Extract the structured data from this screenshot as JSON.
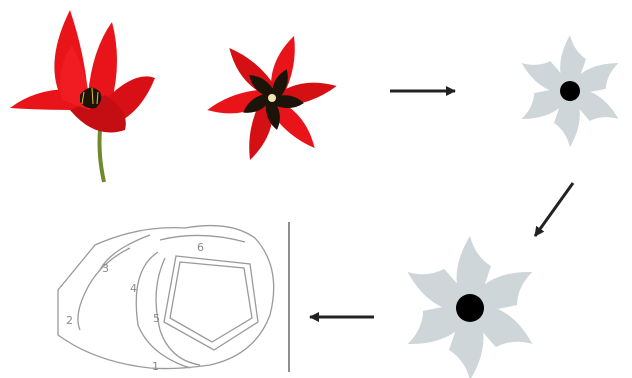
{
  "colors": {
    "petal_red": "#e8141a",
    "petal_red_dark": "#b70d11",
    "flower_center": "#1c1409",
    "stem_green": "#6e8a2c",
    "shape_gray": "#cfd6da",
    "shape_center": "#000000",
    "arrow": "#222222",
    "outline_gray": "#9a9a9a"
  },
  "illustrations": [
    {
      "name": "tulip-side-view",
      "icon": "flower-photo"
    },
    {
      "name": "tulip-top-view",
      "icon": "flower-photo"
    },
    {
      "name": "six-petal-abstraction-small",
      "icon": "pinwheel-shape"
    },
    {
      "name": "six-petal-abstraction-large",
      "icon": "pinwheel-shape"
    },
    {
      "name": "numbered-outline-plan",
      "icon": "outline-drawing"
    }
  ],
  "arrows": [
    {
      "name": "arrow-right",
      "icon": "arrow-right-icon"
    },
    {
      "name": "arrow-down-left",
      "icon": "arrow-down-left-icon"
    },
    {
      "name": "arrow-left",
      "icon": "arrow-left-icon"
    }
  ],
  "plan_labels": [
    "1",
    "2",
    "3",
    "4",
    "5",
    "6"
  ]
}
